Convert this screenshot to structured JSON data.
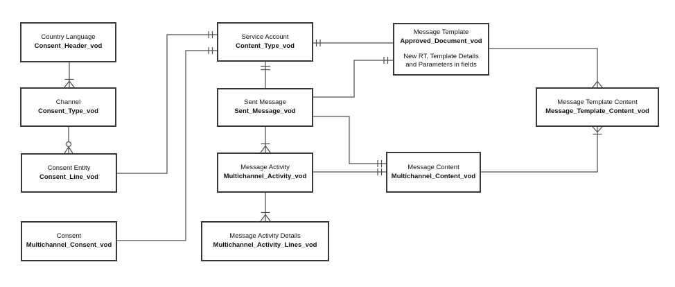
{
  "diagram": {
    "line_color": "#4d4d4d",
    "border_color": "#383838",
    "text_color": "#111111",
    "background_color": "#ffffff"
  },
  "entities": [
    {
      "id": "country-language",
      "title": "Country Language",
      "name": "Consent_Header_vod"
    },
    {
      "id": "channel",
      "title": "Channel",
      "name": "Consent_Type_vod"
    },
    {
      "id": "consent-entity",
      "title": "Consent Entity",
      "name": "Consent_Line_vod"
    },
    {
      "id": "consent",
      "title": "Consent",
      "name": "Multichannel_Consent_vod"
    },
    {
      "id": "service-account",
      "title": "Service Account",
      "name": "Content_Type_vod"
    },
    {
      "id": "sent-message",
      "title": "Sent Message",
      "name": "Sent_Message_vod"
    },
    {
      "id": "message-activity",
      "title": "Message Activity",
      "name": "Multichannel_Activity_vod"
    },
    {
      "id": "message-activity-details",
      "title": "Message Activity Details",
      "name": "Multichannel_Activity_Lines_vod"
    },
    {
      "id": "message-template",
      "title": "Message Template",
      "name": "Approved_Document_vod",
      "note_line1": "New RT, Template Details",
      "note_line2": "and Parameters in fields"
    },
    {
      "id": "message-content",
      "title": "Message Content",
      "name": "Multichannel_Content_vod"
    },
    {
      "id": "message-template-content",
      "title": "Message Template Content",
      "name": "Message_Template_Content_vod"
    }
  ]
}
